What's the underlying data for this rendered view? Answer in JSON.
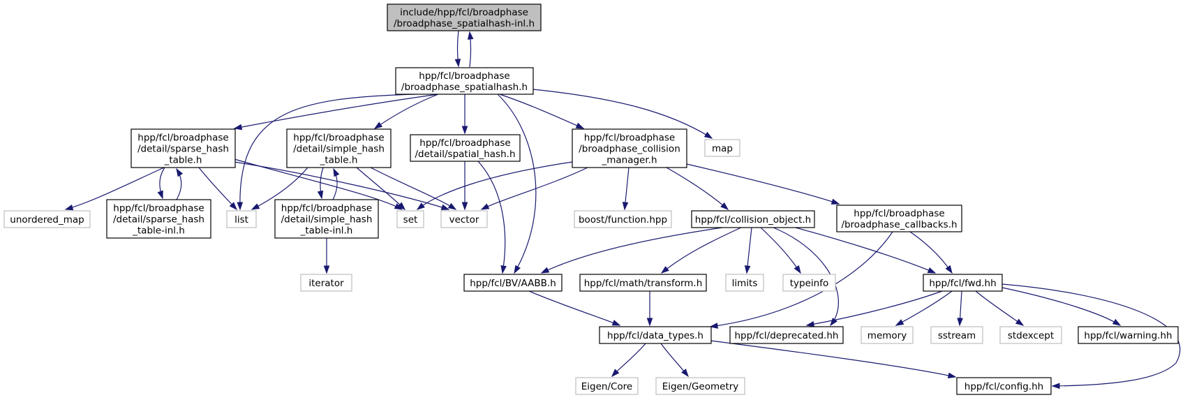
{
  "colors": {
    "edge": "#191970",
    "root_fill": "#bfbfbf",
    "local_border": "#000000",
    "external_border": "#bfbfbf"
  },
  "nodes": {
    "root": [
      "include/hpp/fcl/broadphase",
      "/broadphase_spatialhash-inl.h"
    ],
    "spatialhash": [
      "hpp/fcl/broadphase",
      "/broadphase_spatialhash.h"
    ],
    "sparse": [
      "hpp/fcl/broadphase",
      "/detail/sparse_hash",
      "_table.h"
    ],
    "simple": [
      "hpp/fcl/broadphase",
      "/detail/simple_hash",
      "_table.h"
    ],
    "spatial_hash": [
      "hpp/fcl/broadphase",
      "/detail/spatial_hash.h"
    ],
    "collmgr": [
      "hpp/fcl/broadphase",
      "/broadphase_collision",
      "_manager.h"
    ],
    "map": [
      "map"
    ],
    "unordered_map": [
      "unordered_map"
    ],
    "sparse_inl": [
      "hpp/fcl/broadphase",
      "/detail/sparse_hash",
      "_table-inl.h"
    ],
    "list": [
      "list"
    ],
    "simple_inl": [
      "hpp/fcl/broadphase",
      "/detail/simple_hash",
      "_table-inl.h"
    ],
    "set": [
      "set"
    ],
    "vector": [
      "vector"
    ],
    "boost": [
      "boost/function.hpp"
    ],
    "collobj": [
      "hpp/fcl/collision_object.h"
    ],
    "callbacks": [
      "hpp/fcl/broadphase",
      "/broadphase_callbacks.h"
    ],
    "iterator": [
      "iterator"
    ],
    "aabb": [
      "hpp/fcl/BV/AABB.h"
    ],
    "transform": [
      "hpp/fcl/math/transform.h"
    ],
    "limits": [
      "limits"
    ],
    "typeinfo": [
      "typeinfo"
    ],
    "fwd": [
      "hpp/fcl/fwd.hh"
    ],
    "datatypes": [
      "hpp/fcl/data_types.h"
    ],
    "deprecated": [
      "hpp/fcl/deprecated.hh"
    ],
    "memory": [
      "memory"
    ],
    "sstream": [
      "sstream"
    ],
    "stdexcept": [
      "stdexcept"
    ],
    "warning": [
      "hpp/fcl/warning.hh"
    ],
    "eigen_core": [
      "Eigen/Core"
    ],
    "eigen_geometry": [
      "Eigen/Geometry"
    ],
    "config": [
      "hpp/fcl/config.hh"
    ]
  }
}
